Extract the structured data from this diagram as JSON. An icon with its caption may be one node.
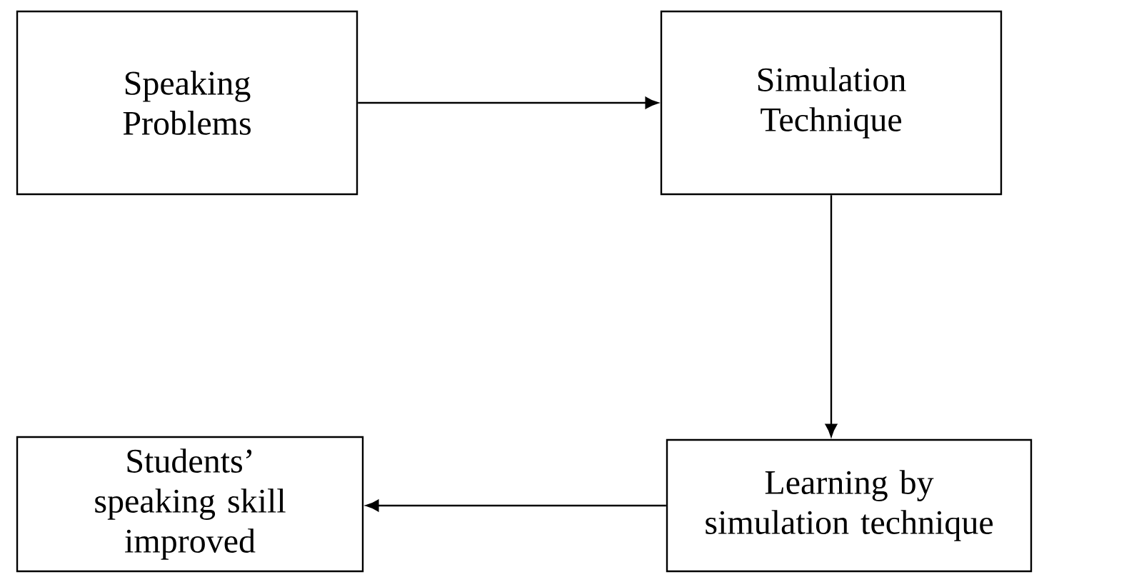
{
  "diagram": {
    "nodes": [
      {
        "text": [
          "Speaking Problems"
        ]
      },
      {
        "text": [
          "Simulation Technique"
        ]
      },
      {
        "text": [
          "Learning by simulation technique"
        ]
      },
      {
        "text": [
          "Students’ speaking skill improved"
        ]
      }
    ],
    "edges": [
      {
        "from": 0,
        "to": 1,
        "arrow": "to"
      },
      {
        "from": 1,
        "to": 2,
        "arrow": "to"
      },
      {
        "from": 2,
        "to": 3,
        "arrow": "to"
      }
    ]
  }
}
